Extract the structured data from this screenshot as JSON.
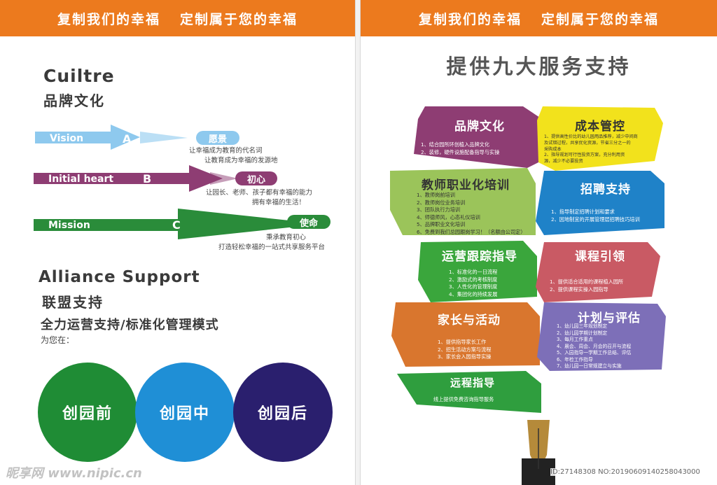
{
  "banner": {
    "left_text": "复制我们的幸福",
    "right_text": "定制属于您的幸福"
  },
  "left": {
    "culture_en": "Cuiltre",
    "culture_cn": "品牌文化",
    "arrows": [
      {
        "label": "Vision",
        "letter": "A",
        "tag": "愿景",
        "lines": [
          "让幸福成为教育的代名词",
          "让教育成为幸福的发源地"
        ],
        "color": "#8ec9ee"
      },
      {
        "label": "Initial heart",
        "letter": "B",
        "tag": "初心",
        "lines": [
          "让园长、老师、孩子都有幸福的能力",
          "拥有幸福的生活！"
        ],
        "color": "#8e3d73"
      },
      {
        "label": "Mission",
        "letter": "C",
        "tag": "使命",
        "lines": [
          "秉承教育初心",
          "打造轻松幸福的一站式共享服务平台"
        ],
        "color": "#2a8c3a"
      }
    ],
    "alliance_en": "Alliance Support",
    "alliance_cn": "联盟支持",
    "mode": "全力运营支持/标准化管理模式",
    "for_you": "为您在：",
    "circles": [
      {
        "label": "创园前",
        "color": "#1f8c35"
      },
      {
        "label": "创园中",
        "color": "#1f8fd6"
      },
      {
        "label": "创园后",
        "color": "#2a1f6e"
      }
    ]
  },
  "right": {
    "title": "提供九大服务支持",
    "cards": [
      {
        "title": "品牌文化",
        "color": "#8e3d73",
        "items": [
          "1、结合园所环创植入品牌文化",
          "2、装修，硬件设施配备指导与实操"
        ]
      },
      {
        "title": "成本管控",
        "color": "#f2e21c",
        "items": [
          "1、提供高性价比的幼儿园用品推荐，减少中间商",
          "   及试错过程，共享优化资源，节省三分之一的",
          "   采购成本",
          "2、指导规划可行性投资方案，充分利用资",
          "   源，减少不必要投资"
        ]
      },
      {
        "title": "教师职业化培训",
        "color": "#9bc45a",
        "items": [
          "1、教师岗前培训",
          "2、教师岗位业务培训",
          "3、团队执行力培训",
          "4、师德师风，心态礼仪培训",
          "5、品牌职业文化培训",
          "6、免费到我们总园跟岗学习！（名额由公司定）"
        ]
      },
      {
        "title": "招聘支持",
        "color": "#1f82c8",
        "items": [
          "1、指导制定招聘计划和要求",
          "2、因地制宜的开展管理层招聘技巧培训"
        ]
      },
      {
        "title": "运营跟踪指导",
        "color": "#3aa63c",
        "items": [
          "1、标准化的一日流程",
          "2、激励式的考核制度",
          "3、人性化的管理制度",
          "4、集团化的持续发展"
        ]
      },
      {
        "title": "课程引领",
        "color": "#c95a64",
        "items": [
          "1、提供适合适用的课程植入园所",
          "2、提供课程实操入园指导"
        ]
      },
      {
        "title": "家长与活动",
        "color": "#d9762e",
        "items": [
          "1、提供指导家长工作",
          "2、招生活动方案与流程",
          "3、家长会入园指导实操"
        ]
      },
      {
        "title": "计划与评估",
        "color": "#7d6fb8",
        "items": [
          "1、幼儿园三年规划制定",
          "2、幼儿园学期计划制定",
          "3、每月工作重点",
          "4、晨会、周会、月会的召开与流程",
          "5、入园指导一学期工作总结、评估",
          "6、年检工作指导",
          "7、幼儿园一日常规建立与实施"
        ]
      },
      {
        "title": "远程指导",
        "color": "#2f9e3e",
        "items": [
          "线上提供免费咨询指导服务"
        ]
      }
    ]
  },
  "footer": {
    "watermark": "昵享网 www.nipic.cn",
    "id_line": "ID:27148308 NO:20190609140258043000"
  }
}
